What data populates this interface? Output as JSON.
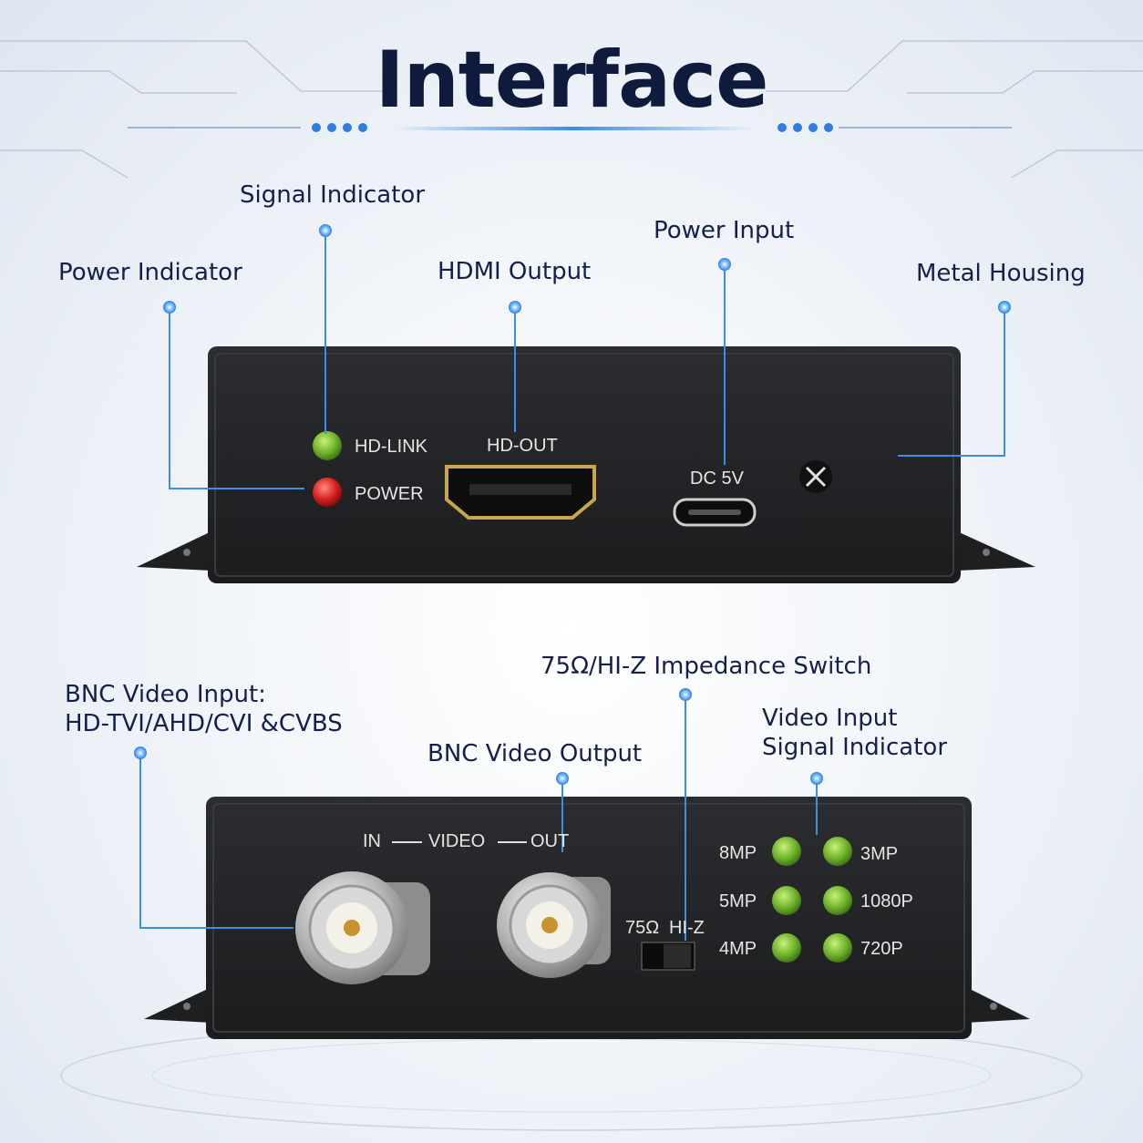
{
  "title": "Interface",
  "callouts": {
    "signal_indicator": "Signal Indicator",
    "power_indicator": "Power Indicator",
    "hdmi_output": "HDMI Output",
    "power_input": "Power Input",
    "metal_housing": "Metal Housing",
    "bnc_input_line1": "BNC Video Input:",
    "bnc_input_line2": "HD-TVI/AHD/CVI &CVBS",
    "impedance_switch": "75Ω/HI-Z Impedance Switch",
    "bnc_output": "BNC Video Output",
    "video_signal_line1": "Video Input",
    "video_signal_line2": "Signal Indicator"
  },
  "front_panel": {
    "hd_link": "HD-LINK",
    "power": "POWER",
    "hd_out": "HD-OUT",
    "dc_5v": "DC 5V"
  },
  "rear_panel": {
    "in": "IN",
    "video": "VIDEO",
    "out": "OUT",
    "switch_75": "75Ω",
    "switch_hiz": "HI-Z",
    "res_8mp": "8MP",
    "res_5mp": "5MP",
    "res_4mp": "4MP",
    "res_3mp": "3MP",
    "res_1080p": "1080P",
    "res_720p": "720P"
  },
  "colors": {
    "accent": "#3a8ee6",
    "housing": "#222325",
    "led_green": "#6bb02a",
    "led_red": "#d21d1d",
    "hdmi_gold": "#c9a64a"
  }
}
